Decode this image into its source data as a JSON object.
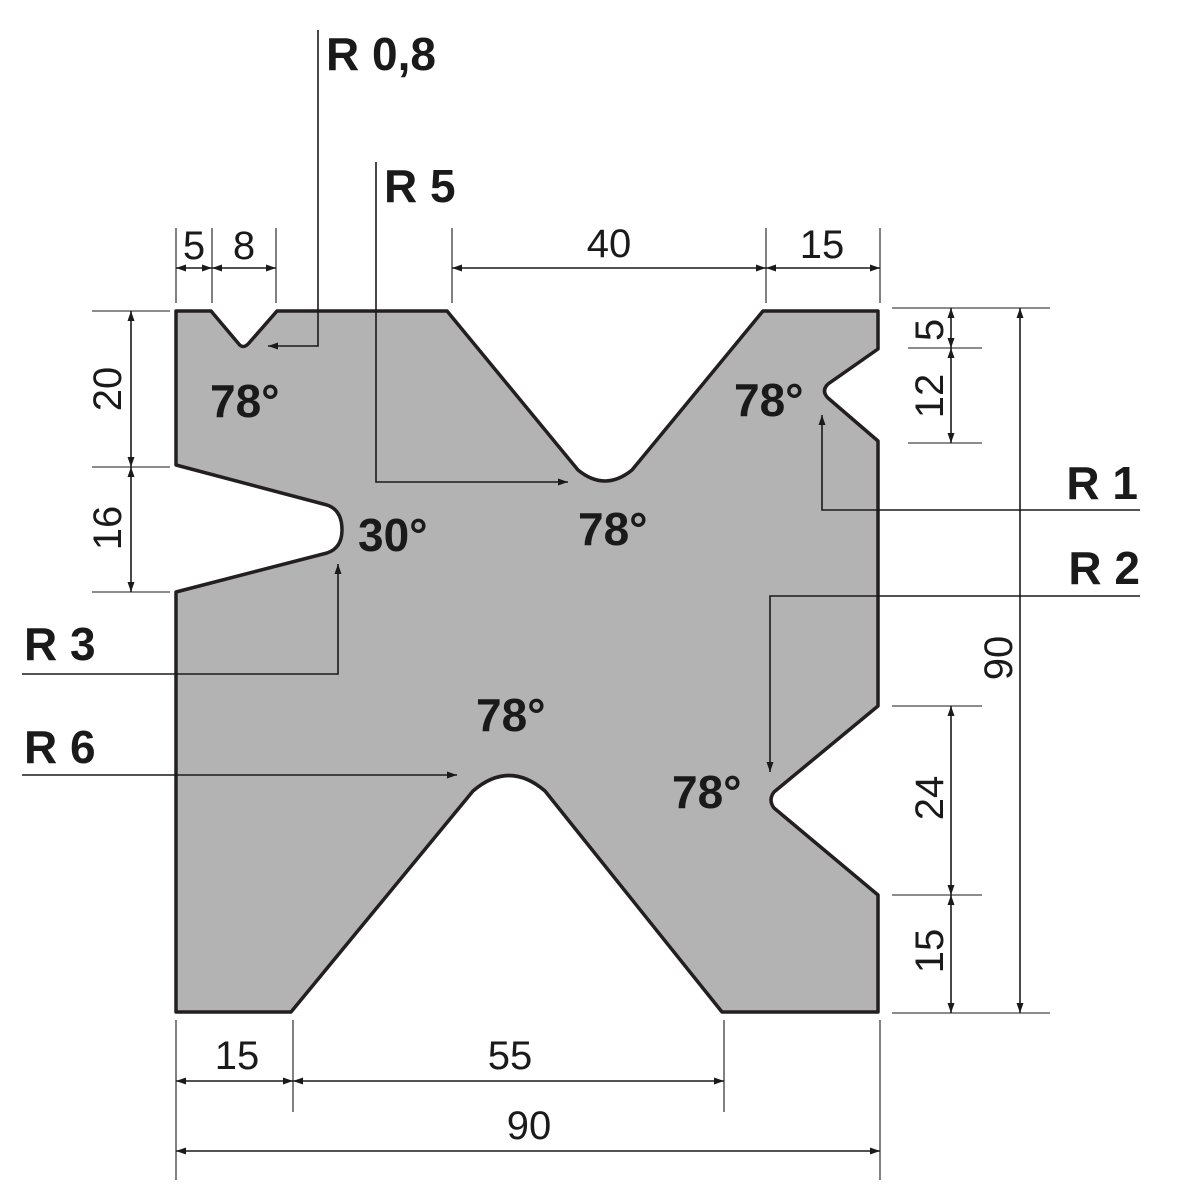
{
  "colors": {
    "profile_fill": "#b3b3b3",
    "outline": "#231f20",
    "ink": "#1a1a1a"
  },
  "dimensions": {
    "top_a": "5",
    "top_b": "8",
    "top_c": "40",
    "top_d": "15",
    "left_a": "20",
    "left_b": "16",
    "right_a": "5",
    "right_b": "12",
    "right_c": "90",
    "right_d": "24",
    "right_e": "15",
    "bottom_a": "15",
    "bottom_b": "55",
    "bottom_total": "90"
  },
  "angles": {
    "top_left": "78°",
    "top_right": "78°",
    "top_center": "78°",
    "left": "30°",
    "bottom_center": "78°",
    "right": "78°"
  },
  "radii": {
    "r_top_left": "R 0,8",
    "r_top_center": "R 5",
    "r_right_upper": "R 1",
    "r_right_lower": "R 2",
    "r_left": "R 3",
    "r_bottom": "R 6"
  }
}
